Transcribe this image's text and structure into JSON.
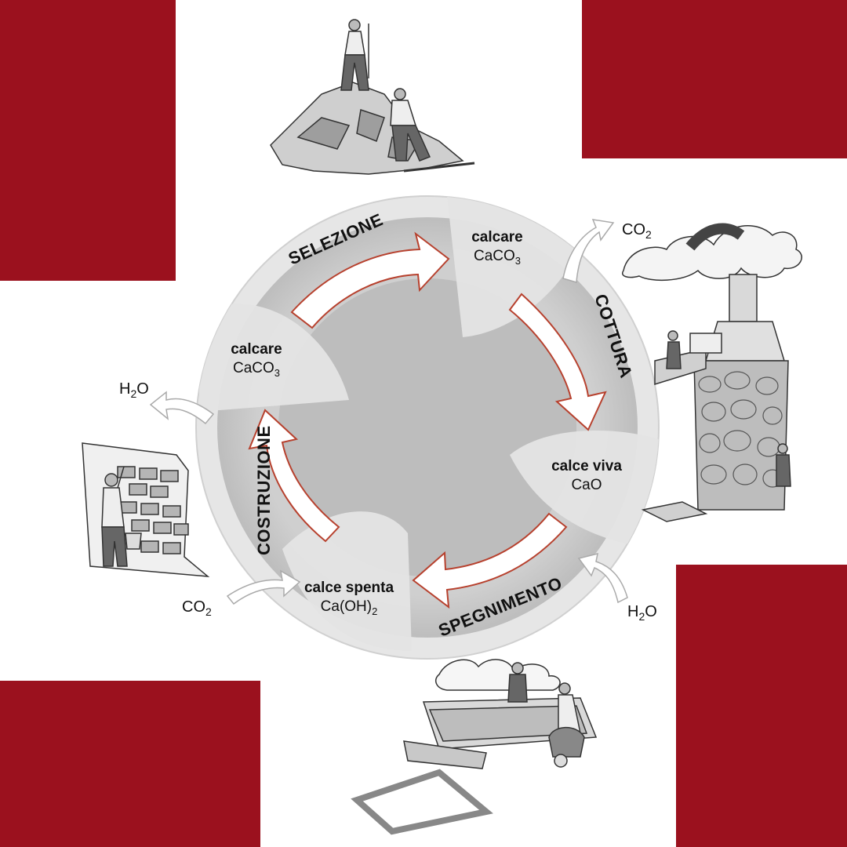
{
  "colors": {
    "accent": "#9b111e",
    "ring": "#c9c9c9",
    "center": "#b9b9b9",
    "arrow_outline": "#b7412e"
  },
  "phases": {
    "selezione": "SELEZIONE",
    "cottura": "COTTURA",
    "spegnimento": "SPEGNIMENTO",
    "costruzione": "COSTRUZIONE"
  },
  "stages": {
    "top_right": {
      "name": "calcare",
      "formula_base": "CaCO",
      "formula_sub": "3"
    },
    "left": {
      "name": "calcare",
      "formula_base": "CaCO",
      "formula_sub": "3"
    },
    "right": {
      "name": "calce viva",
      "formula": "CaO"
    },
    "bottom": {
      "name": "calce spenta",
      "formula_base": "Ca(OH)",
      "formula_sub": "2"
    }
  },
  "gases": {
    "co2_out": {
      "base": "CO",
      "sub": "2"
    },
    "h2o_out": {
      "base": "H",
      "sub": "2",
      "tail": "O"
    },
    "co2_in": {
      "base": "CO",
      "sub": "2"
    },
    "h2o_in": {
      "base": "H",
      "sub": "2",
      "tail": "O"
    }
  },
  "illustrations": {
    "quarry": "quarry-workers-illustration",
    "kiln": "lime-kiln-illustration",
    "wall": "wall-plastering-illustration",
    "slaking": "slaking-pit-illustration"
  }
}
